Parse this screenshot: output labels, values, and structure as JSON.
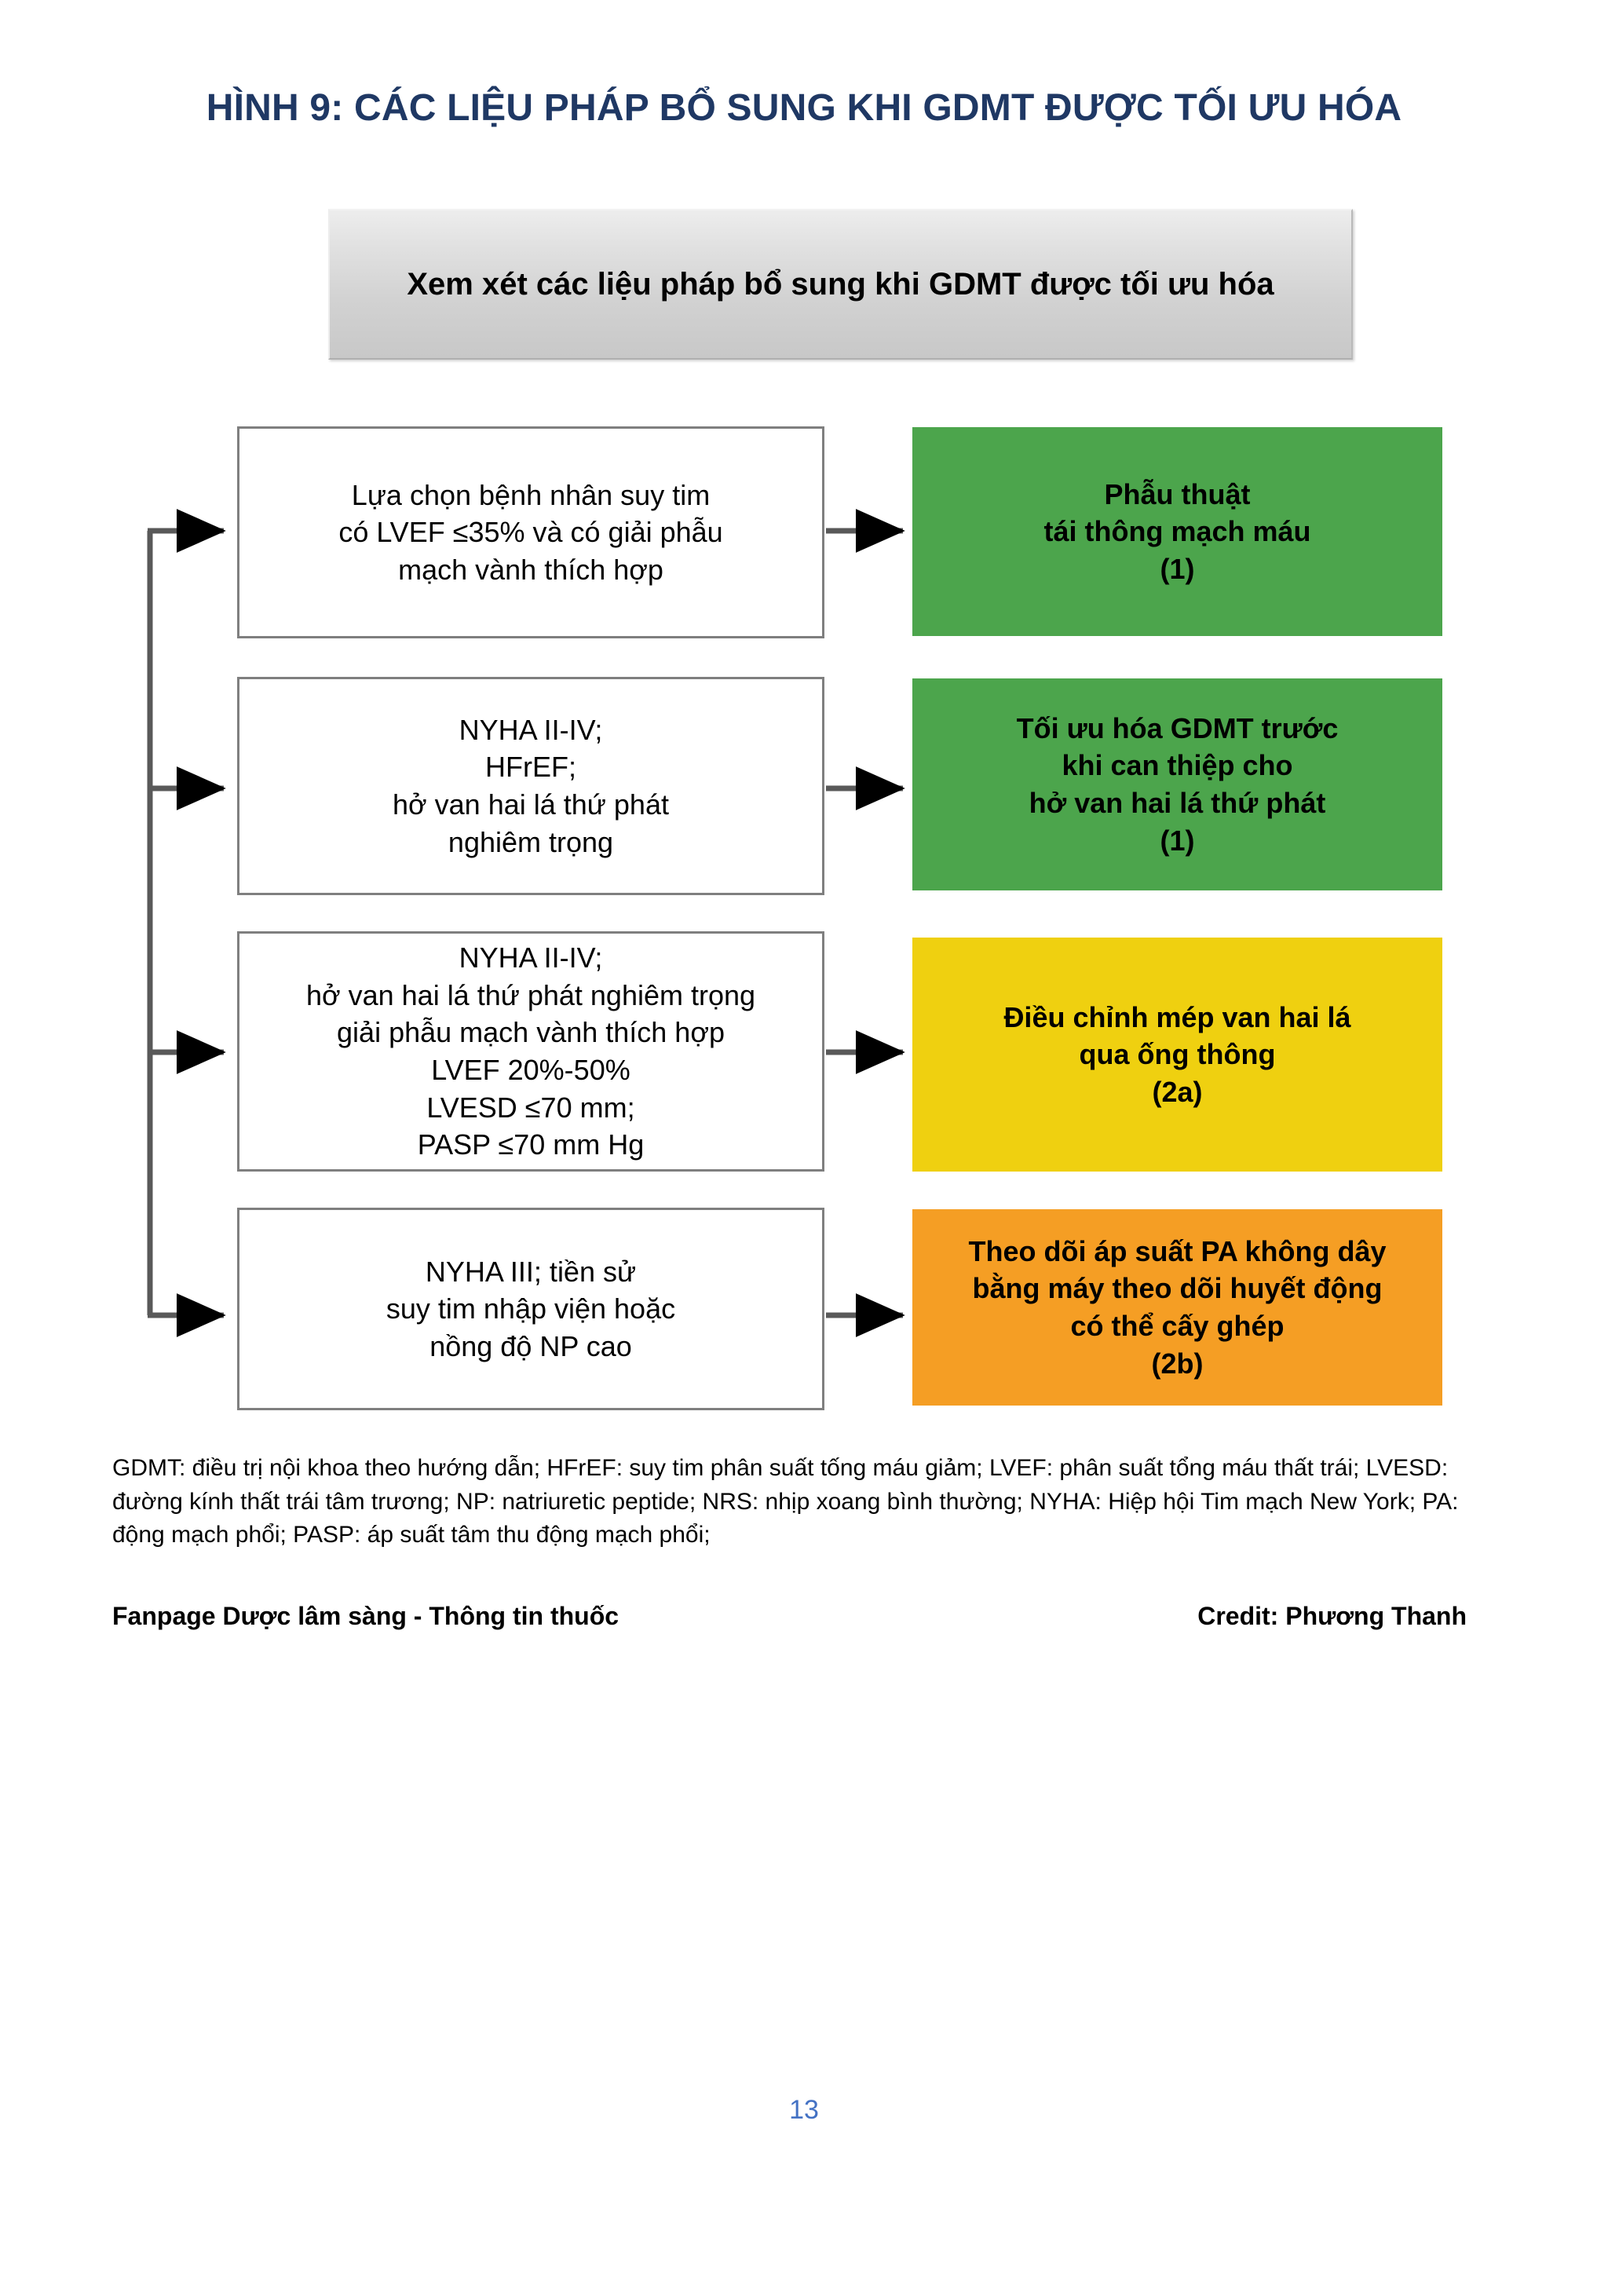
{
  "page": {
    "title": "HÌNH 9: CÁC LIỆU PHÁP BỔ SUNG KHI GDMT ĐƯỢC TỐI ƯU HÓA",
    "title_color": "#1F3864",
    "page_number": "13",
    "page_number_color": "#4472C4",
    "background": "#FFFFFF"
  },
  "header": {
    "text": "Xem xét các liệu pháp bổ sung khi GDMT được tối ưu hóa",
    "fill_top": "#EDEDED",
    "fill_bottom": "#C8C8C8"
  },
  "flow": {
    "rows": [
      {
        "criteria": "Lựa chọn bệnh nhân suy tim\ncó LVEF ≤35% và có giải phẫu\nmạch vành thích hợp",
        "therapy": "Phẫu thuật\ntái thông mạch máu\n(1)",
        "recommendation_class": "(1)",
        "color": "#4CA54C",
        "color_name": "green"
      },
      {
        "criteria": "NYHA II-IV;\nHFrEF;\nhở van hai lá thứ phát\nnghiêm trọng",
        "therapy": "Tối ưu hóa GDMT trước\nkhi can thiệp cho\nhở van hai lá thứ phát\n(1)",
        "recommendation_class": "(1)",
        "color": "#4CA54C",
        "color_name": "green"
      },
      {
        "criteria": "NYHA II-IV;\nhở van hai lá thứ phát nghiêm trọng\ngiải phẫu mạch vành thích hợp\nLVEF 20%-50%\nLVESD ≤70 mm;\nPASP ≤70 mm Hg",
        "therapy": "Điều chỉnh mép van hai lá\nqua ống thông\n(2a)",
        "recommendation_class": "(2a)",
        "color": "#EFD010",
        "color_name": "yellow"
      },
      {
        "criteria": "NYHA III; tiền sử\nsuy tim nhập viện hoặc\nnồng độ NP cao",
        "therapy": "Theo dõi áp suất PA không dây\nbằng máy theo dõi huyết động\ncó thể cấy ghép\n(2b)",
        "recommendation_class": "(2b)",
        "color": "#F59E24",
        "color_name": "orange"
      }
    ]
  },
  "footnote": {
    "text": "GDMT: điều trị nội khoa theo hướng dẫn; HFrEF: suy tim phân suất tống máu giảm; LVEF: phân suất tổng máu thất trái; LVESD: đường kính thất trái tâm trương; NP: natriuretic peptide; NRS: nhịp xoang bình thường; NYHA: Hiệp hội Tim mạch New York; PA: động mạch phổi; PASP: áp suất tâm thu động mạch phổi;"
  },
  "footer": {
    "fanpage": "Fanpage Dược lâm sàng - Thông tin thuốc",
    "credit": "Credit: Phương Thanh"
  }
}
